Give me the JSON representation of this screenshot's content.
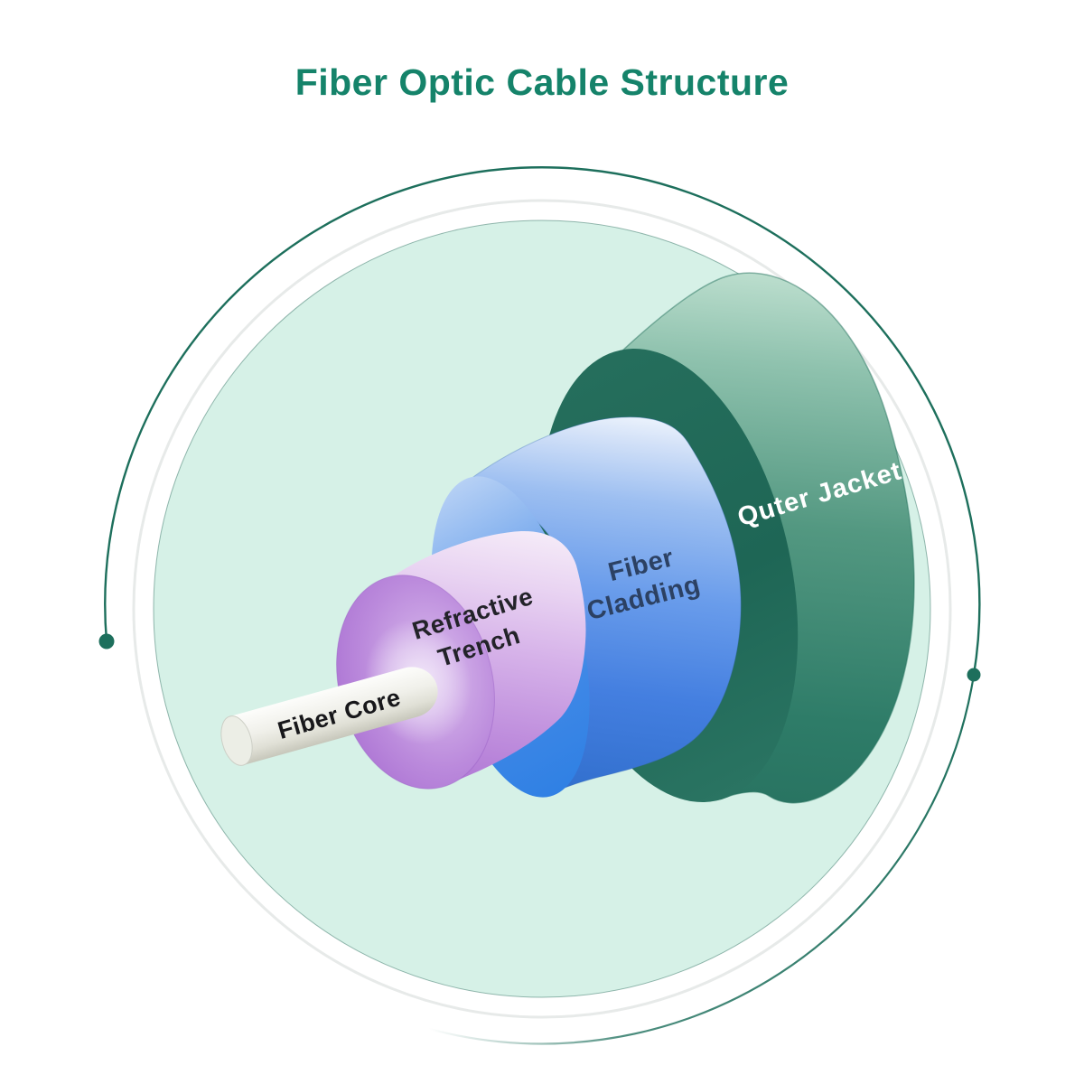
{
  "title": "Fiber Optic Cable Structure",
  "diagram": {
    "type": "fiber-optic-cable-cutaway",
    "labels": {
      "outer_jacket": "Quter Jacket",
      "cladding_line1": "Fiber",
      "cladding_line2": "Cladding",
      "trench_line1": "Refractive",
      "trench_line2": "Trench",
      "core": "Fiber Core"
    },
    "colors": {
      "title_text": "#15836a",
      "background_circle": "#d6f1e7",
      "background_circle_edge": "#417e6f",
      "arc": "#1d6f5c",
      "outer_jacket_face": "#20695a",
      "outer_jacket_body": "#4c947f",
      "cladding_face": "#3f88e6",
      "cladding_body": "#5e96e8",
      "trench_face": "#b27fd8",
      "trench_body": "#d2abe8",
      "core_body": "#eeeee8",
      "outer_jacket_label": "#ffffff",
      "cladding_label": "#2c4163",
      "trench_label": "#232329",
      "core_label": "#17171a"
    }
  }
}
